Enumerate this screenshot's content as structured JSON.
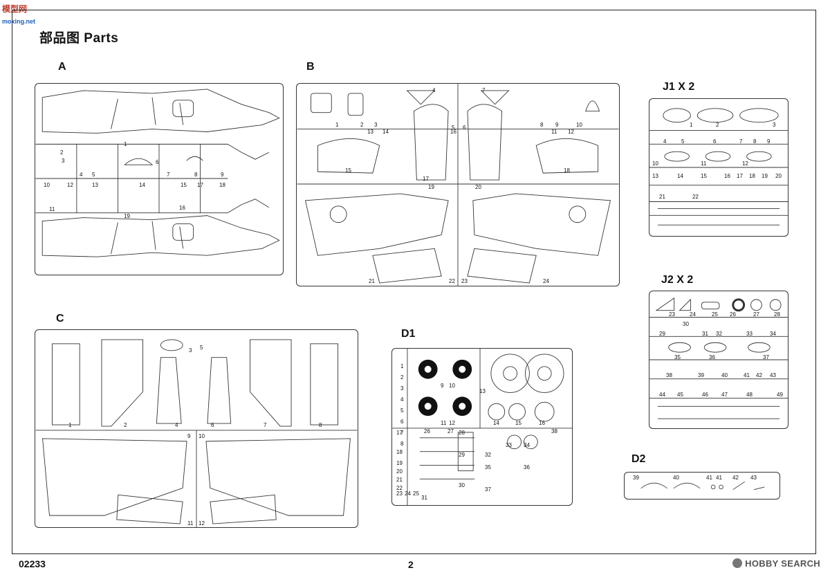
{
  "watermark": {
    "top": "模型网",
    "sub": "moxing.net"
  },
  "header": {
    "title": "部品图  Parts"
  },
  "sprues": {
    "A": {
      "label": "A",
      "parts": [
        "1",
        "2",
        "3",
        "4",
        "5",
        "6",
        "7",
        "8",
        "9",
        "10",
        "11",
        "12",
        "13",
        "14",
        "15",
        "16",
        "17",
        "18",
        "19"
      ]
    },
    "B": {
      "label": "B",
      "parts": [
        "1",
        "2",
        "3",
        "4",
        "5",
        "6",
        "7",
        "8",
        "9",
        "10",
        "11",
        "12",
        "13",
        "14",
        "15",
        "16",
        "17",
        "18",
        "19",
        "20",
        "21",
        "22",
        "23",
        "24"
      ]
    },
    "C": {
      "label": "C",
      "parts": [
        "1",
        "2",
        "3",
        "4",
        "5",
        "6",
        "7",
        "8",
        "9",
        "10",
        "11",
        "12"
      ]
    },
    "D1": {
      "label": "D1",
      "parts": [
        "1",
        "2",
        "3",
        "4",
        "5",
        "6",
        "7",
        "8",
        "9",
        "10",
        "11",
        "12",
        "13",
        "14",
        "15",
        "16",
        "17",
        "18",
        "19",
        "20",
        "21",
        "22",
        "23",
        "24",
        "25",
        "26",
        "27",
        "28",
        "29",
        "30",
        "31",
        "32",
        "33",
        "34",
        "35",
        "36",
        "37",
        "38"
      ]
    },
    "J1": {
      "label": "J1 X 2",
      "parts": [
        "1",
        "2",
        "3",
        "4",
        "5",
        "6",
        "7",
        "8",
        "9",
        "10",
        "11",
        "12",
        "13",
        "14",
        "15",
        "16",
        "17",
        "18",
        "19",
        "20",
        "21",
        "22"
      ]
    },
    "J2": {
      "label": "J2 X 2",
      "parts": [
        "23",
        "24",
        "25",
        "26",
        "27",
        "28",
        "29",
        "30",
        "31",
        "32",
        "33",
        "34",
        "35",
        "36",
        "37",
        "38",
        "39",
        "40",
        "41",
        "42",
        "43",
        "44",
        "45",
        "46",
        "47",
        "48",
        "49"
      ]
    },
    "D2": {
      "label": "D2",
      "parts": [
        "39",
        "40",
        "41",
        "41",
        "42",
        "43"
      ]
    }
  },
  "footer": {
    "code": "02233",
    "page": "2",
    "credit": "HOBBY SEARCH"
  }
}
